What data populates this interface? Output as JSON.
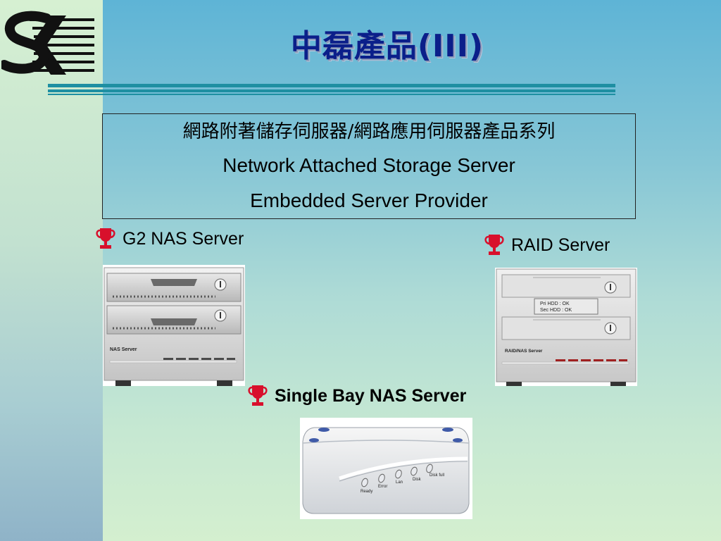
{
  "slide": {
    "title": "中磊產品(III)"
  },
  "info_box": {
    "line_chinese": "網路附著儲存伺服器/網路應用伺服器產品系列",
    "line_nas": "Network Attached Storage Server",
    "line_embedded": "Embedded Server Provider"
  },
  "products": {
    "g2": {
      "caption": "G2 NAS Server",
      "label": "NAS  Server"
    },
    "raid": {
      "caption": "RAID Server",
      "label": "RAID/NAS Server",
      "lcd_line1": "Pri  HDD : OK",
      "lcd_line2": "Sec HDD : OK"
    },
    "single": {
      "caption": "Single Bay NAS Server",
      "led_ready": "Ready",
      "led_error": "Error",
      "led_lan": "Lan",
      "led_disk": "Disk",
      "led_diskfull": "Disk full"
    }
  },
  "colors": {
    "title": "#0b1f8a",
    "rule": "#1e8fa2",
    "trophy": "#d8102c"
  },
  "icons": {
    "logo": "company-logo",
    "bullet": "trophy-icon"
  }
}
